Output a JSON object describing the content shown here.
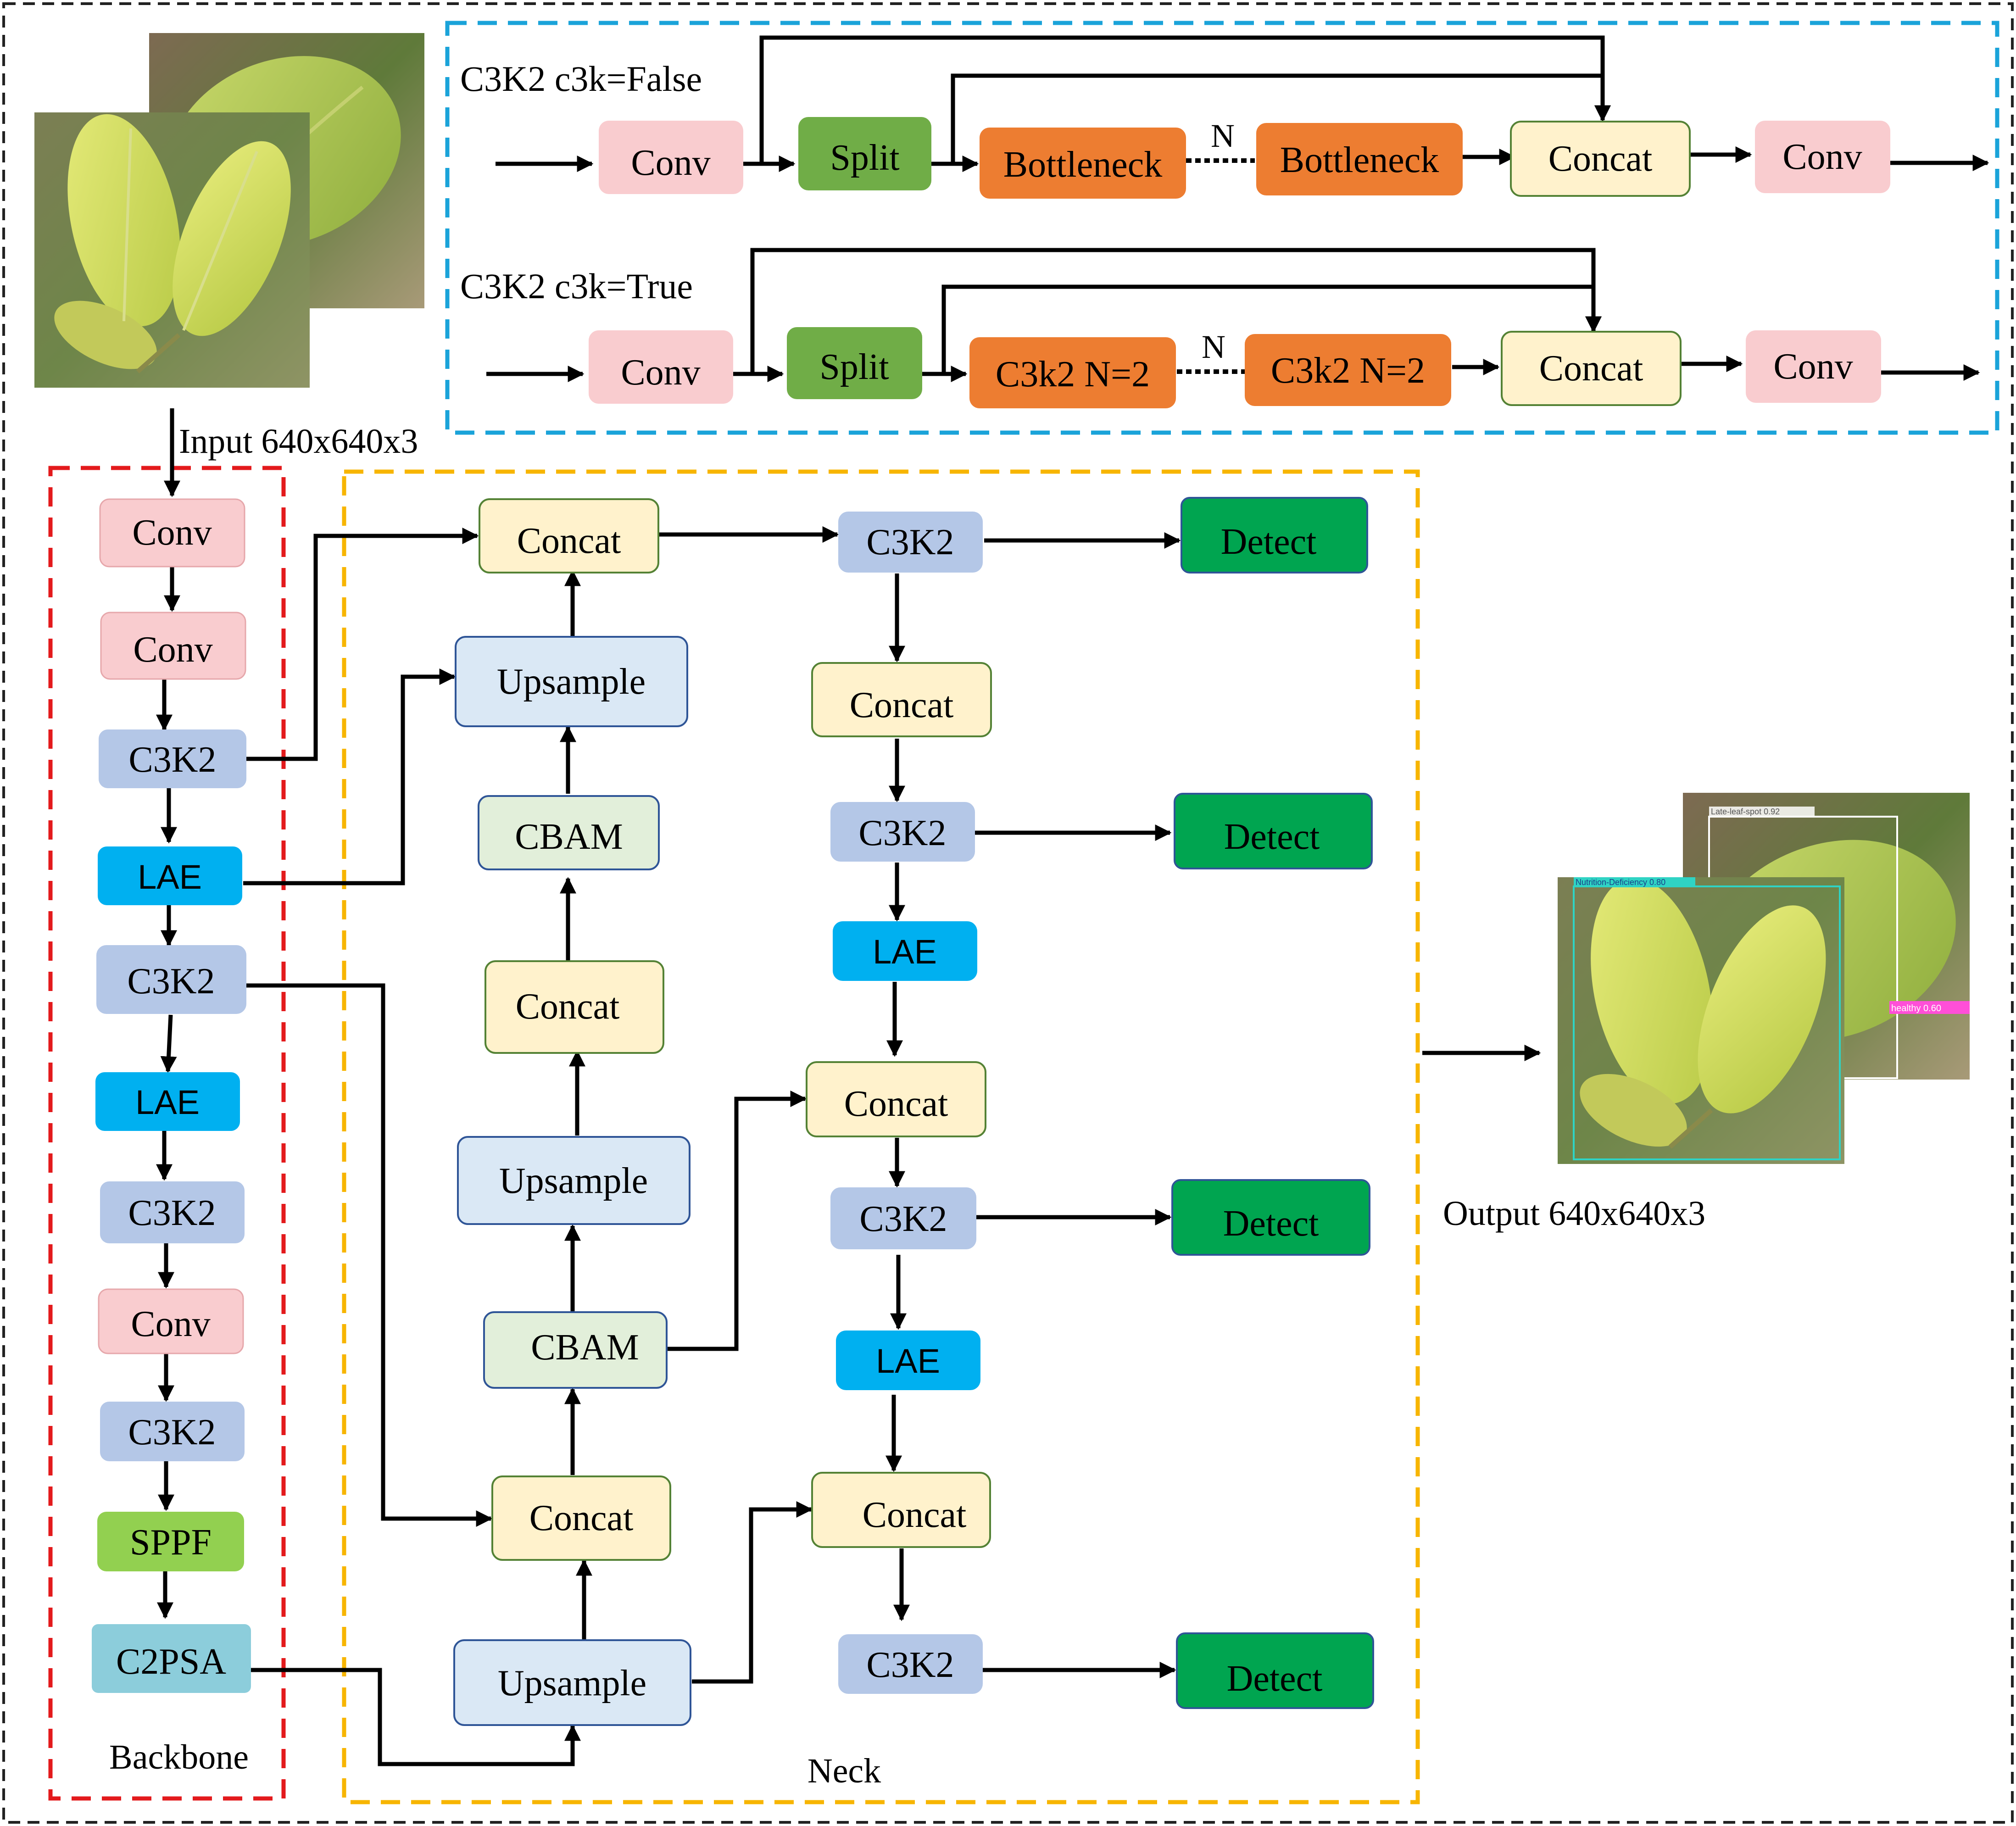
{
  "colors": {
    "conv": "#f9cccf",
    "split": "#70ad47",
    "orange": "#ed7d31",
    "concat": "#fff2cc",
    "concat_border": "#548235",
    "c3k2": "#b4c7e7",
    "lae": "#00b0f0",
    "sppf": "#92d050",
    "c2psa": "#8ccddb",
    "upsample": "#dae8f5",
    "upsample_border": "#2f5597",
    "cbam": "#e2efda",
    "detect": "#00a550",
    "backbone_frame": "#e31a1c",
    "neck_frame": "#f7b500",
    "c3k2_frame": "#1aa3d9"
  },
  "labels": {
    "c3k2_false_title": "C3K2 c3k=False",
    "c3k2_true_title": "C3K2 c3k=True",
    "n_label": "N",
    "input": "Input 640x640x3",
    "output": "Output 640x640x3",
    "backbone": "Backbone",
    "neck": "Neck"
  },
  "blocks": {
    "conv": "Conv",
    "split": "Split",
    "bottleneck": "Bottleneck",
    "concat": "Concat",
    "c3k2_n2": "C3k2 N=2",
    "c3k2": "C3K2",
    "lae": "LAE",
    "sppf": "SPPF",
    "c2psa": "C2PSA",
    "upsample": "Upsample",
    "cbam": "CBAM",
    "detect": "Detect"
  },
  "detections": [
    {
      "label": "Late-leaf-spot 0.92"
    },
    {
      "label": "Nutrition-Deficiency 0.80"
    },
    {
      "label": "healthy 0.60"
    }
  ]
}
